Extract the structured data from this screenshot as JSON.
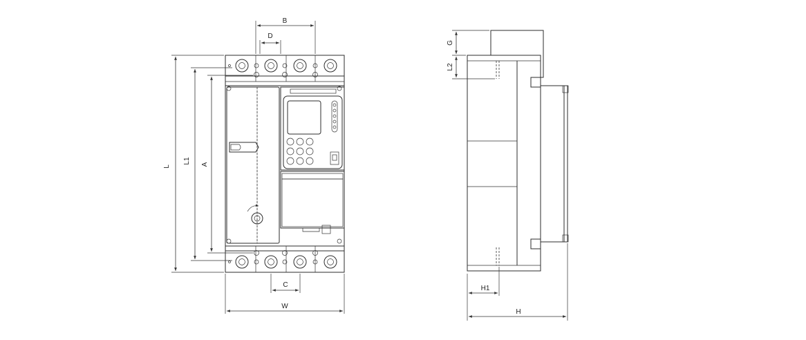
{
  "front_view": {
    "dims": {
      "L": "L",
      "L1": "L1",
      "A": "A",
      "B": "B",
      "D": "D",
      "C": "C",
      "W": "W"
    }
  },
  "side_view": {
    "dims": {
      "G": "G",
      "L2": "L2",
      "H1": "H1",
      "H": "H"
    }
  }
}
